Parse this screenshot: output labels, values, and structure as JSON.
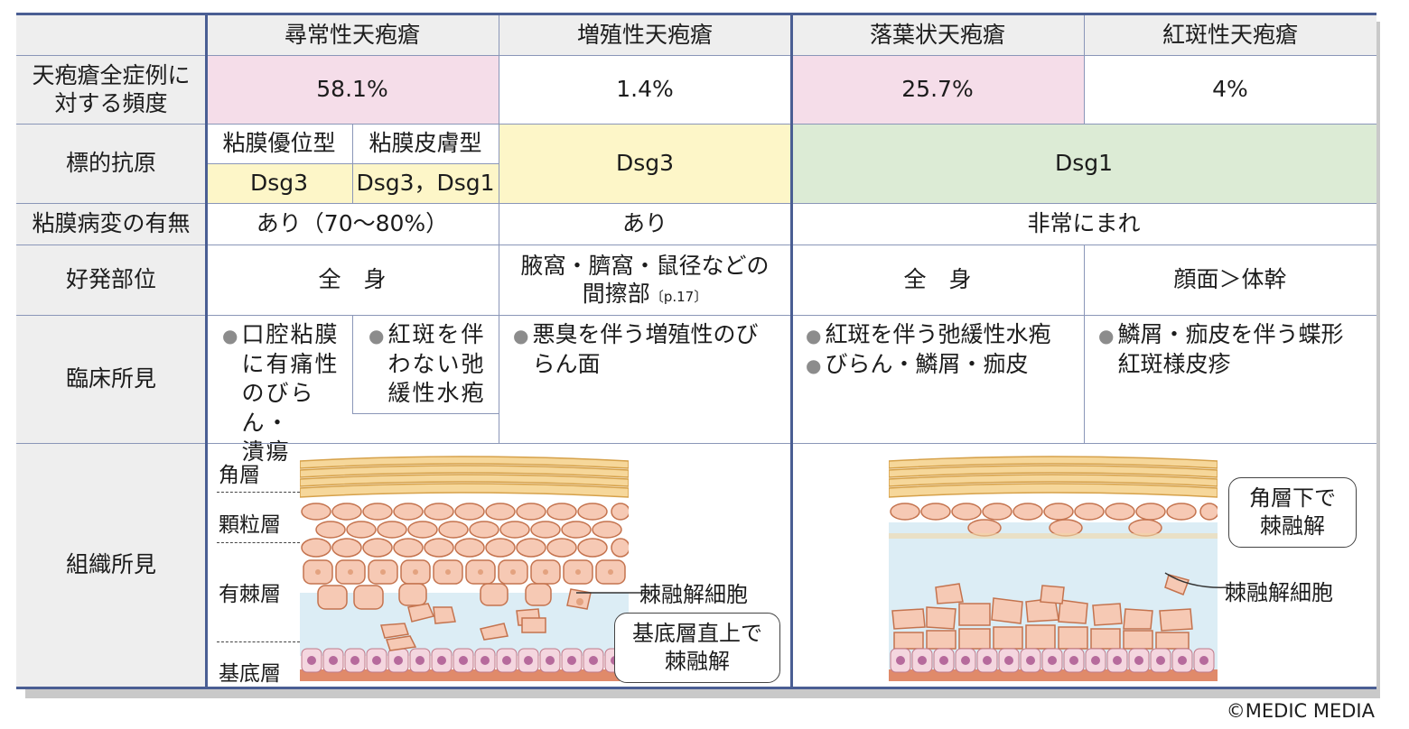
{
  "header": {
    "c1": "尋常性天疱瘡",
    "c2": "増殖性天疱瘡",
    "c3": "落葉状天疱瘡",
    "c4": "紅斑性天疱瘡"
  },
  "rows": {
    "freq": {
      "label": "天疱瘡全症例に\n対する頻度",
      "c1": "58.1%",
      "c2": "1.4%",
      "c3": "25.7%",
      "c4": "4%"
    },
    "antigen": {
      "label": "標的抗原",
      "sub1_head": "粘膜優位型",
      "sub2_head": "粘膜皮膚型",
      "sub1_val": "Dsg3",
      "sub2_val": "Dsg3，Dsg1",
      "c2": "Dsg3",
      "c34": "Dsg1"
    },
    "mucosa": {
      "label": "粘膜病変の有無",
      "c1": "あり（70〜80%）",
      "c2": "あり",
      "c34": "非常にまれ"
    },
    "site": {
      "label": "好発部位",
      "c1": "全　身",
      "c2": "腋窩・臍窩・鼠径などの",
      "c2b": "間擦部",
      "c2ref": "〔p.17〕",
      "c3": "全　身",
      "c4": "顔面＞体幹"
    },
    "clinical": {
      "label": "臨床所見",
      "c1a": "口腔粘膜\nに有痛性\nのびらん・\n潰瘍",
      "c1b": "紅斑を伴\nわない弛\n緩性水疱",
      "c2": "悪臭を伴う増殖性のび\nらん面",
      "c3a": "紅斑を伴う弛緩性水疱",
      "c3b": "びらん・鱗屑・痂皮",
      "c4": "鱗屑・痂皮を伴う蝶形\n紅斑様皮疹"
    },
    "histo": {
      "label": "組織所見",
      "layers": [
        "角層",
        "顆粒層",
        "有棘層",
        "基底層"
      ],
      "left_label": "棘融解細胞",
      "left_callout": "基底層直上で\n棘融解",
      "right_callout": "角層下で\n棘融解",
      "right_label": "棘融解細胞"
    }
  },
  "copyright": "©MEDIC MEDIA",
  "colors": {
    "border": "#4a5e93",
    "pink": "#f5dde9",
    "yellow": "#fdf6c8",
    "green": "#dcebd5",
    "header_gray": "#eeeeee"
  }
}
